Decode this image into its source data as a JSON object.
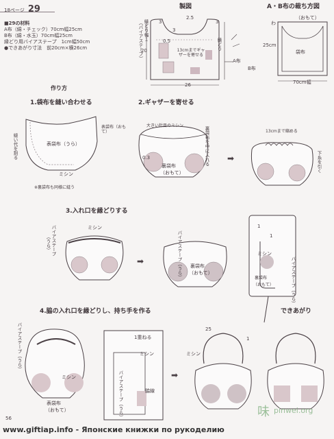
{
  "page": {
    "series_label": "18ページ",
    "series_number": "29",
    "page_number": "56",
    "footer_url": "www.giftiap.info - Японские книжки по рукоделию",
    "watermark_text": "pinwei.org",
    "watermark_glyph": "味"
  },
  "materials": {
    "title": "■29の材料",
    "lines": [
      "A布（綿・チェック）70cm幅25cm",
      "B布（綿・水玉）70cm幅25cm",
      "縁どり用バイアステープ　1cm幅50cm",
      "●できあがり寸法　前20cm×横26cm"
    ]
  },
  "drafting": {
    "title": "製図",
    "dim_top": "2.5",
    "dim_3_left": "3",
    "dim_3_right": "3",
    "dim_3_inner": "3",
    "dim_05": "0.5",
    "dim_20": "20",
    "dim_26": "26",
    "gather_note": "13cmまでギャザーを寄せる",
    "bias_note": "縁どり幅１",
    "bias_note2": "（バイアステープ）",
    "fold_note": "縁どり",
    "label_a": "A布",
    "label_b": "B布"
  },
  "cutting": {
    "title": "A・B布の裁ち方図",
    "face": "（おもて）",
    "wa": "わ",
    "piece": "袋布",
    "dim_25": "25cm",
    "width": "70cm幅"
  },
  "howto": {
    "title": "作り方",
    "step1": "1.袋布を縫い合わせる",
    "step2": "2.ギャザーを寄せる",
    "step3": "3.入れ口を縁どりする",
    "step4": "4.脇の入れ口を縁どりし、持ち手を作る",
    "done": "できあがり"
  },
  "step1_labels": {
    "front": "表袋布（おもて）",
    "back": "表袋布（うら）",
    "seam": "縫い代を割る",
    "machine": "ミシン",
    "note": "※裏袋布も同様に縫う"
  },
  "step2_labels": {
    "big_stitch": "大きい針目のミシン",
    "lining_in": "裏袋布を中に入れる",
    "dim_03": "0.3",
    "lining": "裏袋布",
    "face": "（おもて）",
    "shrink": "13cmまで縮める",
    "pull": "下糸を引く"
  },
  "step3_labels": {
    "machine": "ミシン",
    "bias": "バイアステープ",
    "bias_ura": "（うら）",
    "lining": "裏袋布",
    "face": "（おもて）",
    "one": "1",
    "dim_1": "1",
    "side_bias": "バイアステープ（うら）"
  },
  "step4_labels": {
    "bias": "バイアステープ（うら）",
    "machine": "ミシン",
    "front": "表袋布",
    "face": "（おもて）",
    "overlap": "1重ねる",
    "machine2": "ミシン",
    "bias2": "バイアステープ（うら）",
    "side": "脇線",
    "dim_25": "25",
    "machine3": "ミシン",
    "dim_1": "1"
  }
}
